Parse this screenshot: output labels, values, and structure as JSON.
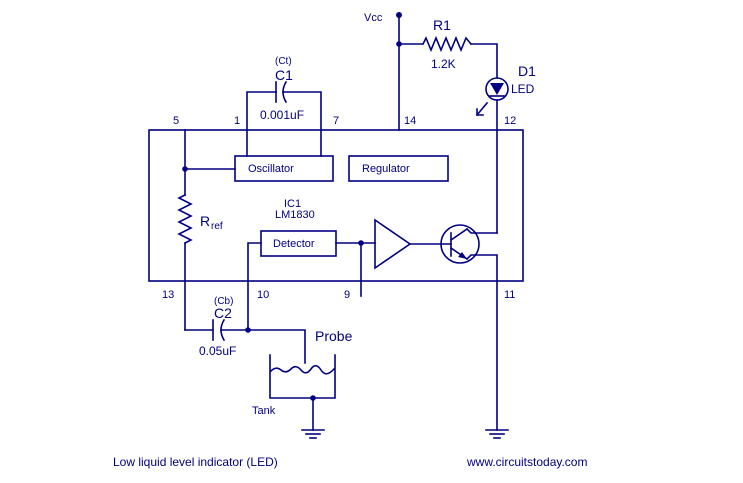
{
  "vcc_label": "Vcc",
  "r1": {
    "name": "R1",
    "value": "1.2K"
  },
  "d1": {
    "name": "D1",
    "type": "LED"
  },
  "ct": {
    "tag": "(Ct)",
    "name": "C1",
    "value": "0.001uF"
  },
  "cb": {
    "tag": "(Cb)",
    "name": "C2",
    "value": "0.05uF"
  },
  "rref": {
    "main": "R",
    "sub": "ref"
  },
  "ic": {
    "name": "IC1",
    "part": "LM1830"
  },
  "blocks": {
    "oscillator": "Oscillator",
    "regulator": "Regulator",
    "detector": "Detector"
  },
  "pins": {
    "p5": "5",
    "p1": "1",
    "p7": "7",
    "p14": "14",
    "p12": "12",
    "p13": "13",
    "p10": "10",
    "p9": "9",
    "p11": "11"
  },
  "probe_label": "Probe",
  "tank_label": "Tank",
  "caption": "Low liquid level indicator  (LED)",
  "website": "www.circuitstoday.com",
  "colors": {
    "ink": "#000080",
    "background": "#ffffff"
  }
}
